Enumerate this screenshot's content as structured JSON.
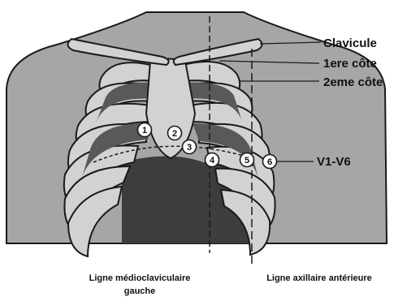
{
  "labels": {
    "clavicule": "Clavicule",
    "premiere_cote": "1ere côte",
    "deuxieme_cote": "2eme côte",
    "v_range": "V1-V6",
    "ligne_medioclaviculaire_line1": "Ligne médioclaviculaire",
    "ligne_medioclaviculaire_line2": "gauche",
    "ligne_axillaire": "Ligne axillaire antérieure"
  },
  "electrodes": [
    "1",
    "2",
    "3",
    "4",
    "5",
    "6"
  ],
  "colors": {
    "skin": "#a6a6a6",
    "bone": "#d2d2d2",
    "dark_ribs": "#595959",
    "shadow": "#3d3d3d",
    "outline": "#1a1a1a"
  }
}
